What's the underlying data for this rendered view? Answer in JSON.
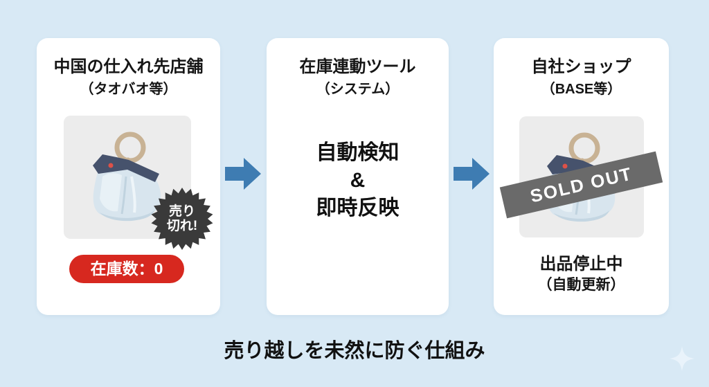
{
  "background_color": "#d8e9f5",
  "caption": "売り越しを未然に防ぐ仕組み",
  "arrow_color": "#3e7cb2",
  "cards": [
    {
      "title": "中国の仕入れ先店舗",
      "subtitle": "（タオバオ等）",
      "product_image": "bag-on-hook-illustration",
      "burst_line1": "売り",
      "burst_line2": "切れ!",
      "burst_color": "#3a3a3a",
      "stock_badge": "在庫数：0",
      "stock_badge_color": "#d7281f"
    },
    {
      "title": "在庫連動ツール",
      "subtitle": "（システム）",
      "body_line1": "自動検知",
      "body_line2": "&",
      "body_line3": "即時反映"
    },
    {
      "title": "自社ショップ",
      "subtitle": "（BASE等）",
      "product_image": "bag-on-hook-illustration",
      "soldout_banner": "SOLD OUT",
      "banner_color": "#6a6a6a",
      "status": "出品停止中",
      "status_sub": "（自動更新）"
    }
  ],
  "icons": {
    "arrow": "arrow-right-icon",
    "sparkle": "four-point-sparkle-icon",
    "burst": "starburst-badge-icon",
    "product": "hanging-bag-icon"
  }
}
